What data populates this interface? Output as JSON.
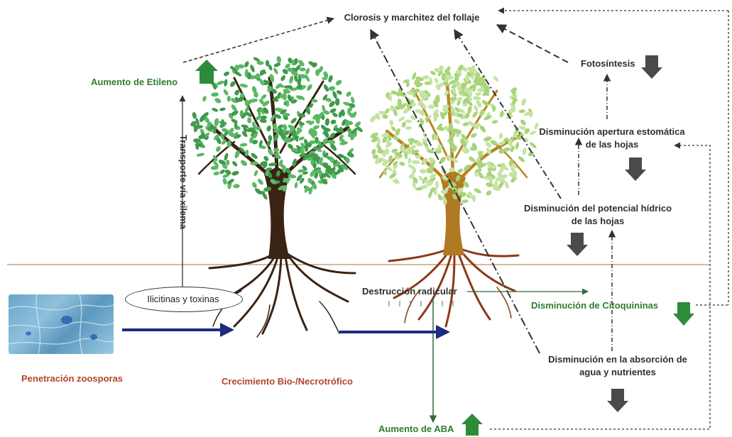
{
  "labels": {
    "clorosis": "Clorosis y marchitez del follaje",
    "fotosintesis": "Fotosíntesis",
    "etileno": "Aumento de Etileno",
    "estomatica_1": "Disminución apertura estomática",
    "estomatica_2": "de las hojas",
    "potencial_1": "Disminución del potencial hídrico",
    "potencial_2": "de las hojas",
    "xilema": "Transporte vía xilema",
    "ilicitinas": "Ilicitinas y toxinas",
    "destruccion": "Destrucción radicular",
    "citoquininas": "Disminución de Citoquininas",
    "absorcion_1": "Disminución en la absorción de",
    "absorcion_2": "agua y nutrientes",
    "zoosporas": "Penetración zoosporas",
    "crecimiento": "Crecimiento Bio-/Necrotrófico",
    "aba": "Aumento de ABA"
  },
  "colors": {
    "increase_arrow": "#2e8b3a",
    "decrease_arrow": "#4a4a4a",
    "healthy_canopy": "#3f9a4a",
    "infected_canopy": "#a8d47a",
    "healthy_trunk": "#3a2214",
    "infected_trunk": "#b07a22",
    "process_arrow": "#1f2a80",
    "soil_line": "#c9a27a"
  },
  "icons": {
    "increase": "up-arrow-icon",
    "decrease": "down-arrow-icon"
  }
}
